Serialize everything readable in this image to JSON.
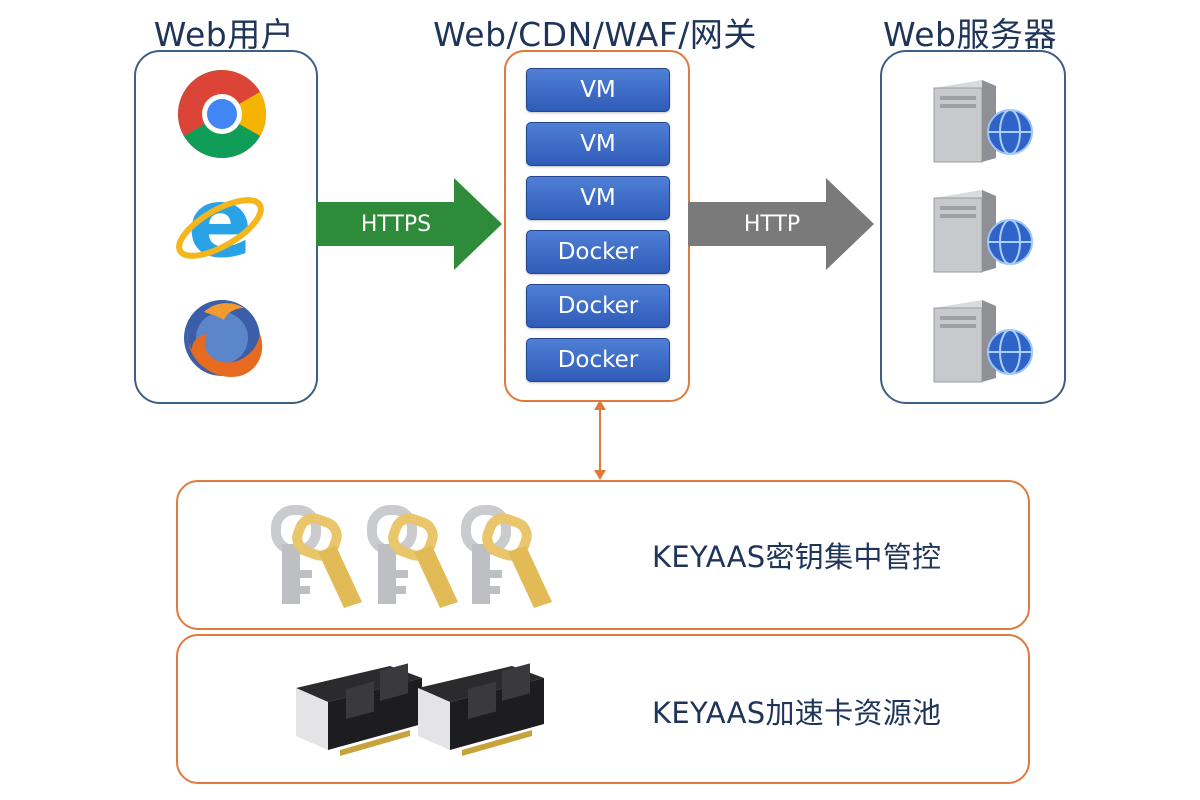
{
  "columns": {
    "clients_title": "Web用户",
    "gateway_title": "Web/CDN/WAF/网关",
    "servers_title": "Web服务器"
  },
  "clients": [
    {
      "icon": "chrome-icon"
    },
    {
      "icon": "internet-explorer-icon"
    },
    {
      "icon": "firefox-icon"
    }
  ],
  "gateway_nodes": [
    "VM",
    "VM",
    "VM",
    "Docker",
    "Docker",
    "Docker"
  ],
  "arrows": {
    "in_label": "HTTPS",
    "out_label": "HTTP",
    "in_color": "#2e8b3a",
    "out_color": "#7a7a7a",
    "link_color": "#e07a3c"
  },
  "servers": [
    {
      "icon": "server-globe-icon"
    },
    {
      "icon": "server-globe-icon"
    },
    {
      "icon": "server-globe-icon"
    }
  ],
  "panels": {
    "keys_label": "KEYAAS密钥集中管控",
    "cards_label": "KEYAAS加速卡资源池"
  },
  "colors": {
    "title": "#1f3459",
    "box_border": "#3d5f86",
    "accent_border": "#e07a3c",
    "node_fill": "#3f6fcb"
  }
}
